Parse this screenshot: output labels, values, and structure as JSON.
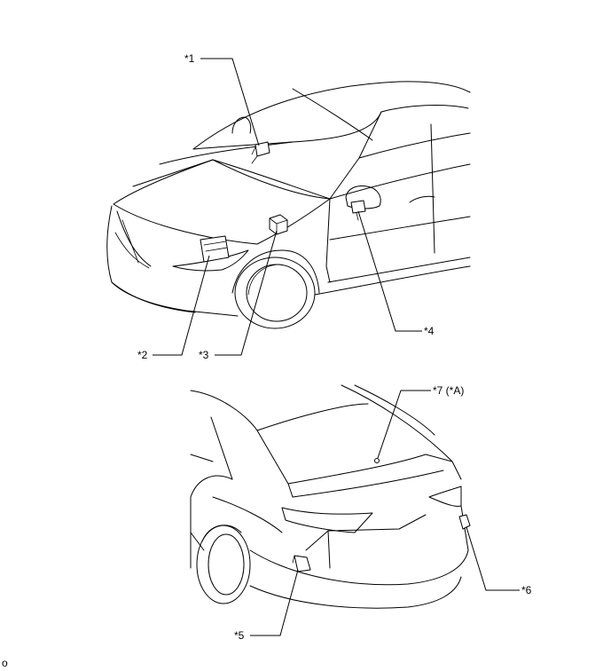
{
  "callouts": {
    "c1": "*1",
    "c2": "*2",
    "c3": "*3",
    "c4": "*4",
    "c5": "*5",
    "c6": "*6",
    "c7": "*7 (*A)"
  },
  "footer_code": "o"
}
